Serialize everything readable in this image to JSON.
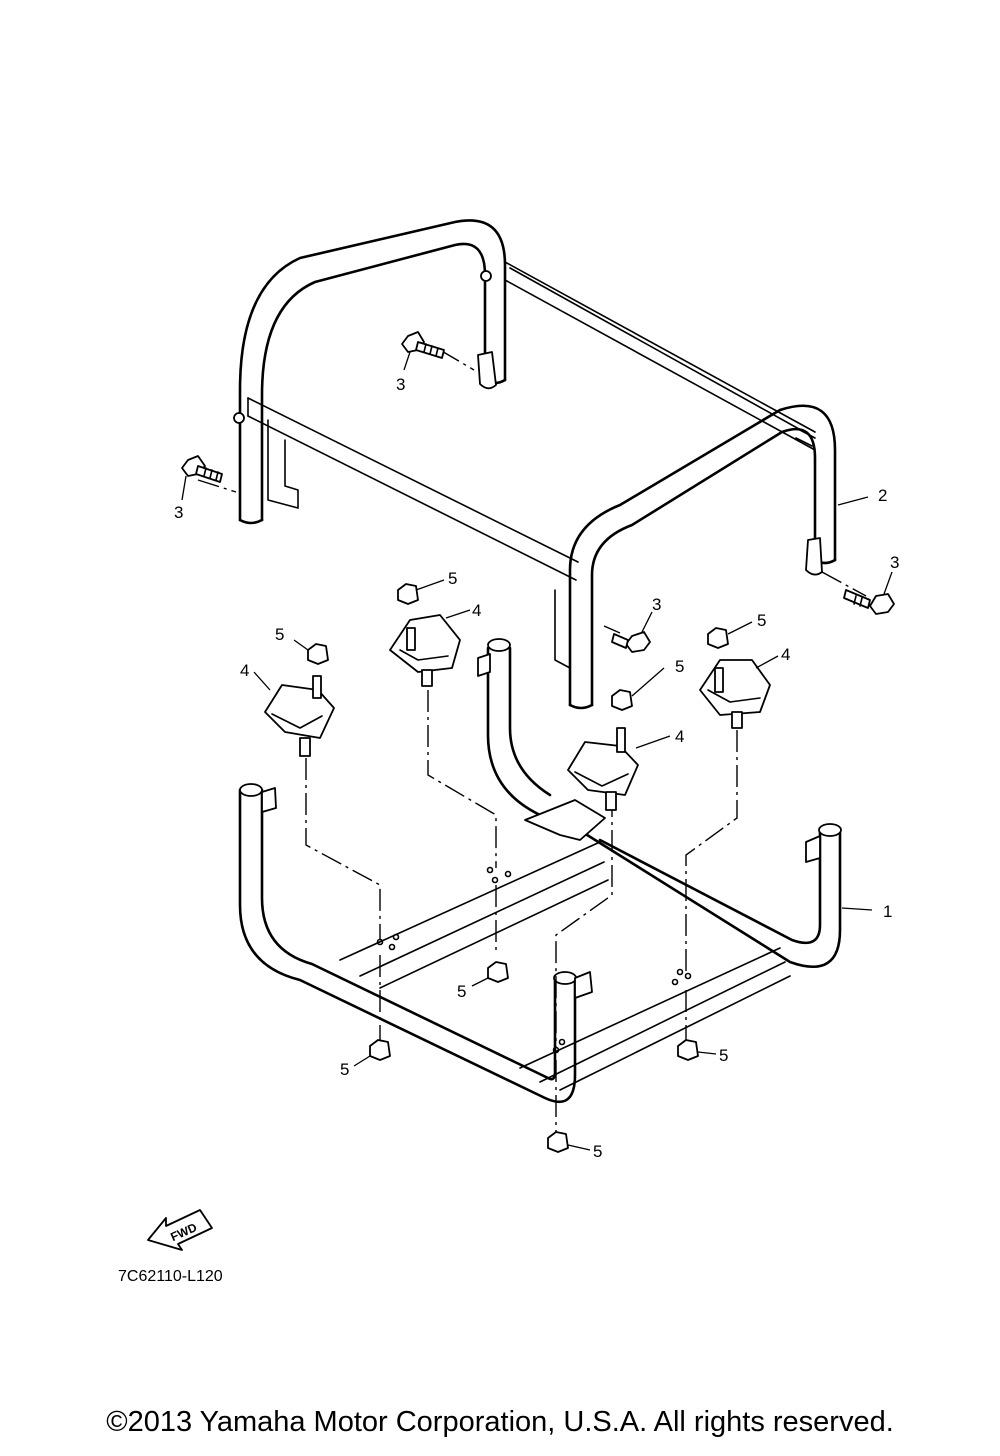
{
  "callouts": {
    "frame_1": "1",
    "frame_2": "2",
    "bolt_a": "3",
    "bolt_b": "3",
    "bolt_c": "3",
    "bolt_d": "3",
    "damper_a": "4",
    "damper_b": "4",
    "damper_c": "4",
    "damper_d": "4",
    "nut_a": "5",
    "nut_b": "5",
    "nut_c": "5",
    "nut_d": "5",
    "nut_e": "5",
    "nut_f": "5",
    "nut_g": "5",
    "nut_h": "5"
  },
  "fwd_label": "FWD",
  "diagram_code": "7C62110-L120",
  "copyright": "©2013 Yamaha Motor Corporation, U.S.A. All rights reserved."
}
